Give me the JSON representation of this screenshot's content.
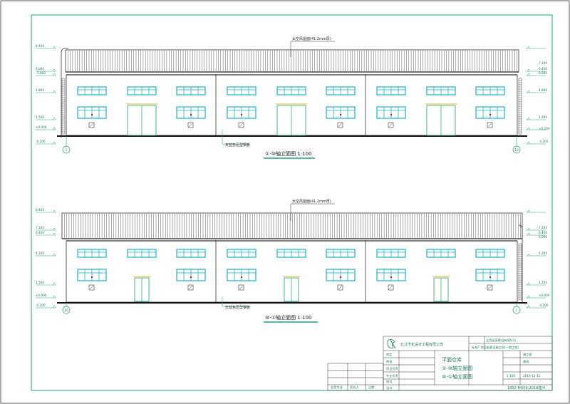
{
  "elevation_top": {
    "roof_note": "太空风屋面(41.2mm厚)",
    "title": "①-⑩轴立面图 1:100",
    "wall_note": "天蓝色压型钢板",
    "left_levels": [
      "8.400",
      "6.000",
      "5.600",
      "4.800",
      "1.500",
      "±0.000",
      "-0.200"
    ],
    "right_levels": [
      "7.200",
      "6.400",
      "6.000",
      "4.800",
      "1.200",
      "±0.000",
      "-0.200"
    ],
    "axis_left": "1",
    "axis_right": "10"
  },
  "elevation_bottom": {
    "roof_note": "太空风屋面(41.2mm厚)",
    "title": "⑩-①轴立面图 1:100",
    "wall_note": "天蓝色压型钢板",
    "left_levels": [
      "8.400",
      "7.100",
      "6.400",
      "4.200",
      "1.500",
      "±0.000",
      "-0.200"
    ],
    "right_levels": [
      "7.200",
      "6.400",
      "6.000",
      "4.200",
      "1.200",
      "±0.000",
      "-0.200"
    ],
    "axis_left": "10",
    "axis_right": "1"
  },
  "title_block": {
    "company": "九江市化设计工程有限公司",
    "project_owner": "江西省某建设有限公司",
    "project_name": "标准厂房及配套设施工程(一期工程)",
    "drawing_title_1": "平面仓库",
    "drawing_title_2": "①-⑩轴立面图",
    "drawing_title_3": "⑩-①轴立面图",
    "scale": "1:100",
    "date": "2019-12-11",
    "stage": "施工图",
    "discipline": "建筑",
    "drawing_no": "1802-MX09-2018建/4",
    "rows_left": [
      "审定",
      "审核",
      "项目负责",
      "专业负责",
      "校对",
      "设计"
    ],
    "sign_row": [
      "会签专业",
      "签名人",
      "日期"
    ]
  }
}
